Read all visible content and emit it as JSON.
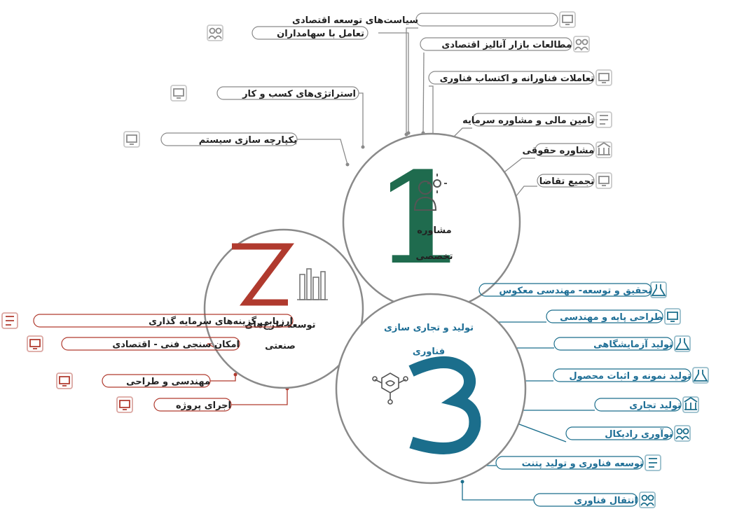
{
  "colors": {
    "green": "#1f6b4e",
    "red": "#b03a2e",
    "blue": "#1b6e8c",
    "gray": "#8a8a8a",
    "dark_text": "#222222",
    "red_text": "#7a2a22",
    "blue_text": "#1f6f96"
  },
  "consulting": {
    "title_line1": "مشاوره",
    "title_line2": "تخصصی",
    "numeral": "1",
    "items": [
      {
        "label": "سیاست‌های توسعه اقتصادی",
        "icon": "presentation-icon"
      },
      {
        "label": "تعامل با سهامداران",
        "icon": "group-icon"
      },
      {
        "label": "مطالعات بازار آنالیز اقتصادی",
        "icon": "meeting-icon"
      },
      {
        "label": "استراتژی‌های کسب و کار",
        "icon": "strategy-board-icon"
      },
      {
        "label": "تعاملات فناورانه و اکتساب فناوری",
        "icon": "handshake-icon"
      },
      {
        "label": "تامین مالی و مشاوره سرمایه",
        "icon": "money-bag-icon"
      },
      {
        "label": "یکپارچه سازی سیستم",
        "icon": "system-integration-icon"
      },
      {
        "label": "مشاوره حقوقی",
        "icon": "courthouse-icon"
      },
      {
        "label": "تجمیع تقاضا",
        "icon": "folder-icon"
      }
    ]
  },
  "industrial": {
    "title_line1": "توسعه طرح‌های",
    "title_line2": "صنعتی",
    "numeral": "2",
    "items": [
      {
        "label": "ارزیابی گزینه‌های سرمایه گذاری",
        "icon": "investment-report-icon"
      },
      {
        "label": "امکان سنجی فنی - اقتصادی",
        "icon": "feasibility-chart-icon"
      },
      {
        "label": "مهندسی و طراحی",
        "icon": "engineering-design-icon"
      },
      {
        "label": "اجرای پروژه",
        "icon": "project-execution-icon"
      }
    ]
  },
  "technology": {
    "title_line1": "تولید و تجاری سازی",
    "title_line2": "فناوری",
    "numeral": "3",
    "items": [
      {
        "label": "تحقیق و توسعه- مهندسی معکوس",
        "icon": "rd-flask-icon"
      },
      {
        "label": "طراحی پایه و مهندسی",
        "icon": "engineering-screen-icon"
      },
      {
        "label": "تولید آزمایشگاهی",
        "icon": "lab-flask-icon"
      },
      {
        "label": "تولید نمونه و اثبات محصول",
        "icon": "prototype-icon"
      },
      {
        "label": "تولید تجاری",
        "icon": "factory-icon"
      },
      {
        "label": "نوآوری رادیکال",
        "icon": "innovation-head-icon"
      },
      {
        "label": "توسعه فناوری و تولید پتنت",
        "icon": "patent-document-icon"
      },
      {
        "label": "انتقال فناوری",
        "icon": "knowledge-transfer-icon"
      }
    ]
  }
}
